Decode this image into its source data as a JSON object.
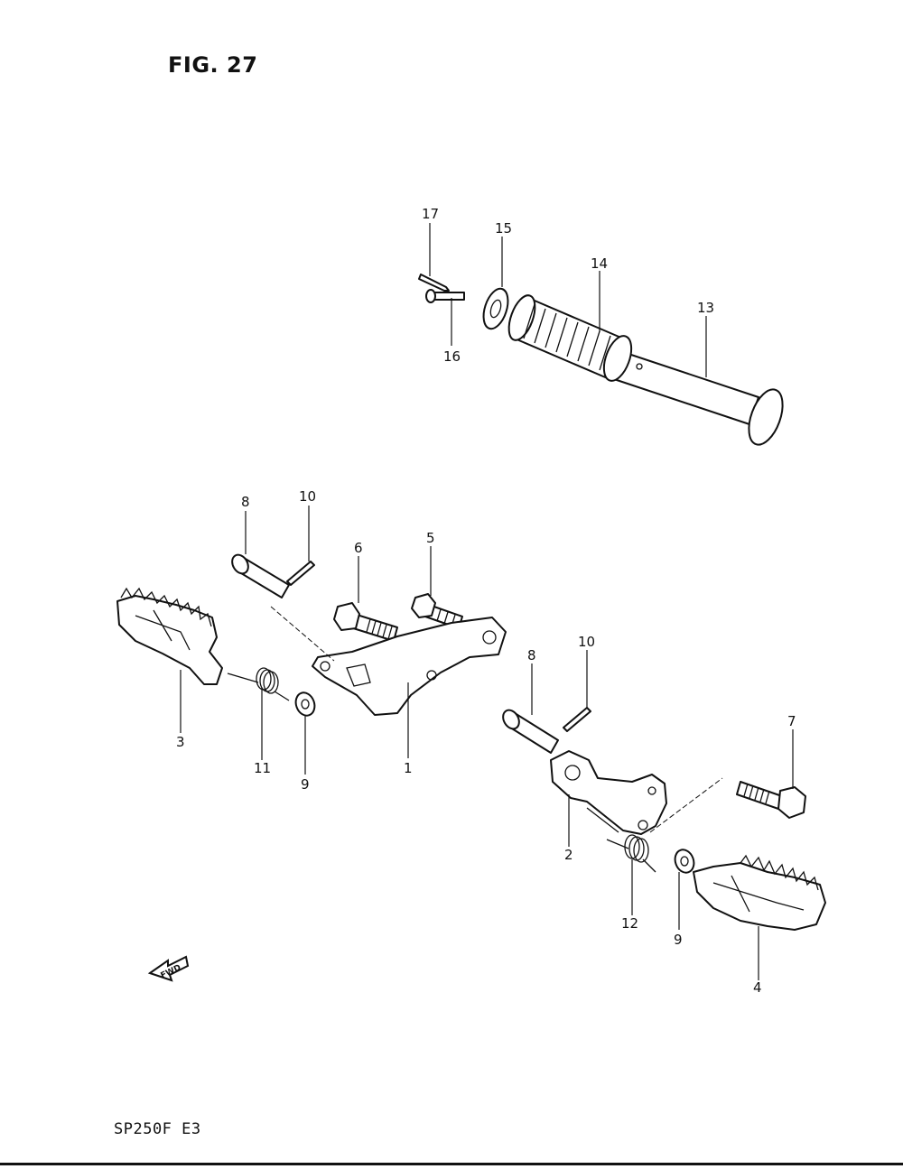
{
  "figure_title": "FIG. 27",
  "footer_code": "SP250F  E3",
  "fwd_label": "FWD",
  "callouts": {
    "c1": "1",
    "c2": "2",
    "c3": "3",
    "c4": "4",
    "c5": "5",
    "c6": "6",
    "c7": "7",
    "c8a": "8",
    "c8b": "8",
    "c9a": "9",
    "c9b": "9",
    "c10a": "10",
    "c10b": "10",
    "c11": "11",
    "c12": "12",
    "c13": "13",
    "c14": "14",
    "c15": "15",
    "c16": "16",
    "c17": "17"
  }
}
